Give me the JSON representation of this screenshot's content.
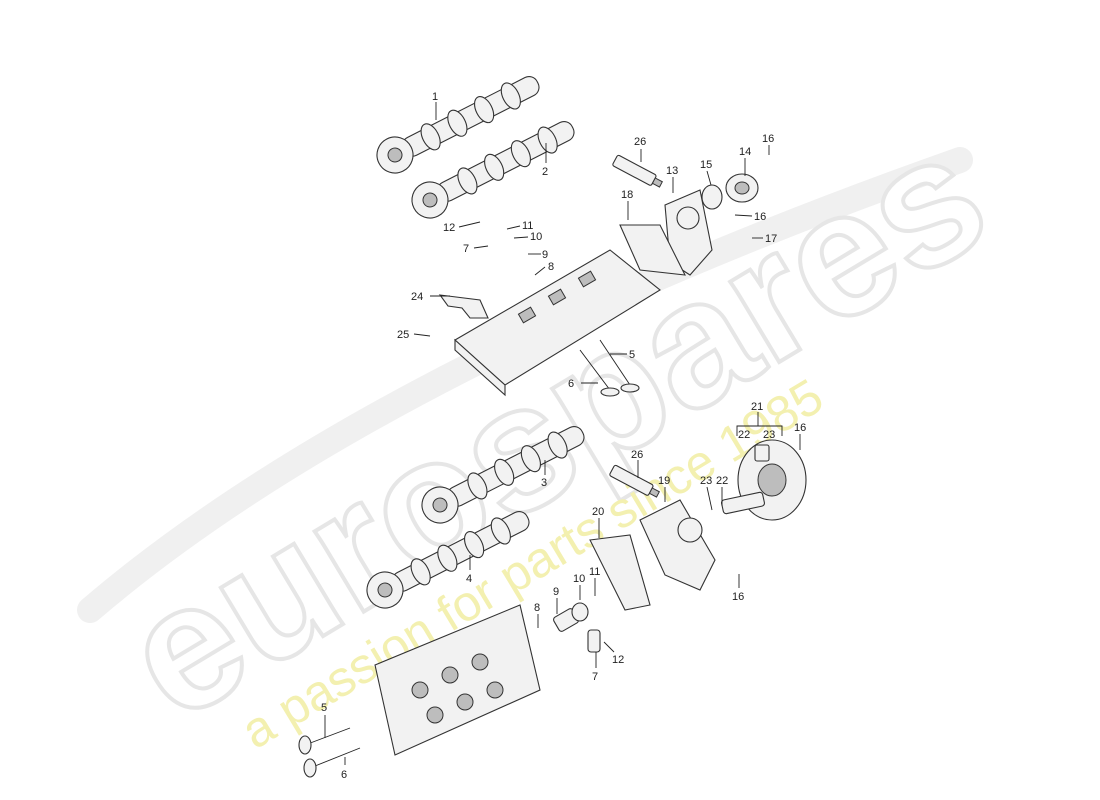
{
  "watermark": {
    "brand": "eurospares",
    "tagline": "a passion for parts since 1985",
    "brand_color": "#e6e6e6",
    "tagline_color": "#f3f0b0"
  },
  "callouts": [
    "1",
    "2",
    "26",
    "13",
    "15",
    "14",
    "16",
    "18",
    "12",
    "11",
    "10",
    "7",
    "9",
    "8",
    "16",
    "17",
    "24",
    "25",
    "5",
    "6",
    "21",
    "22",
    "23",
    "16",
    "26",
    "19",
    "23",
    "22",
    "3",
    "20",
    "4",
    "11",
    "10",
    "9",
    "8",
    "12",
    "7",
    "16",
    "5",
    "6"
  ]
}
